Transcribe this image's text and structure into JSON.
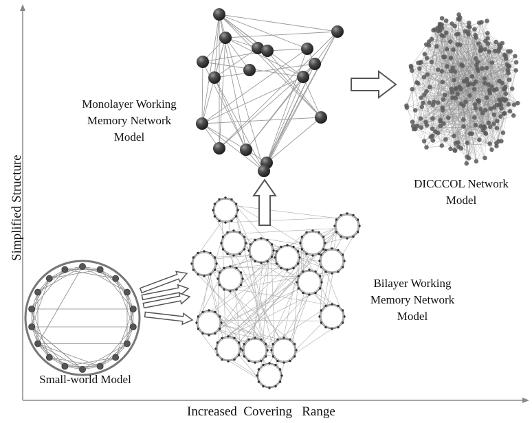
{
  "axes": {
    "x_label": "Increased  Covering   Range",
    "y_label": "Simplified Structure"
  },
  "models": {
    "small_world": {
      "label": "Small-world Model"
    },
    "bilayer": {
      "label_lines": [
        "Bilayer Working",
        "Memory Network",
        "Model"
      ]
    },
    "monolayer": {
      "label_lines": [
        "Monolayer Working",
        "Memory Network",
        "Model"
      ]
    },
    "dicccol": {
      "label_lines": [
        "DICCCOL Network",
        "Model"
      ]
    }
  },
  "colors": {
    "axis": "#888888",
    "edge": "#999999",
    "node_dark": "#3a3a3a",
    "node_dicccol": "#555555",
    "arrow": "#555555"
  }
}
